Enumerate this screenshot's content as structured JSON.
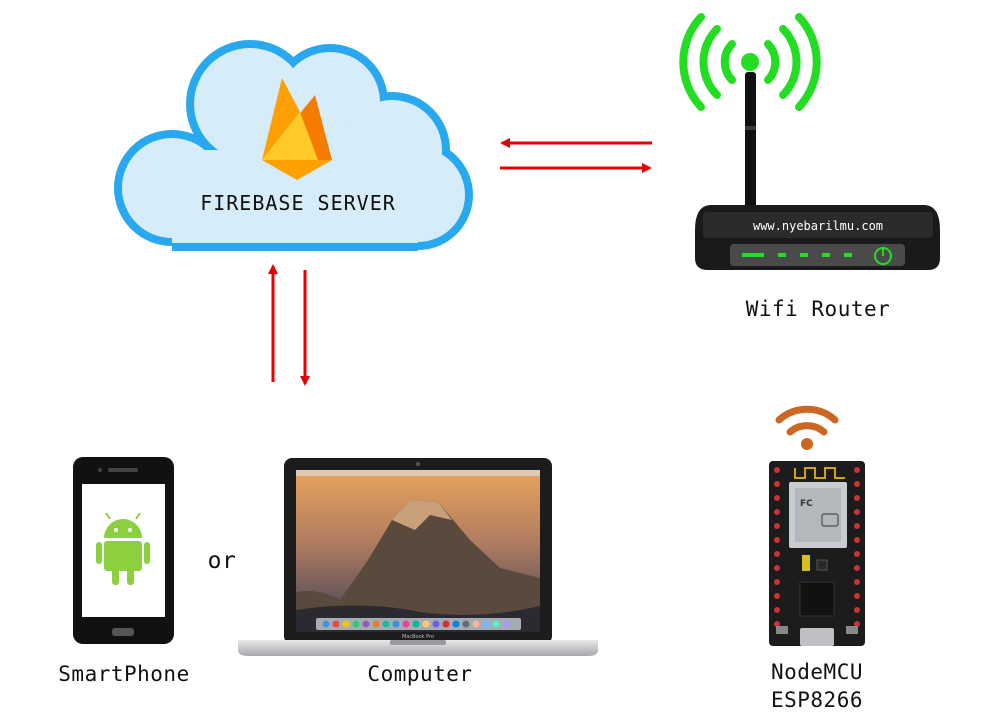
{
  "cloud": {
    "label": "FIREBASE SERVER"
  },
  "router": {
    "url_text": "www.nyebarilmu.com",
    "label": "Wifi Router"
  },
  "devices": {
    "smartphone_label": "SmartPhone",
    "or_label": "or",
    "computer_label": "Computer",
    "laptop_brand": "MacBook Pro",
    "nodemcu_line1": "NodeMCU",
    "nodemcu_line2": "ESP8266"
  },
  "colors": {
    "cloud_fill": "#d6ecf8",
    "cloud_stroke": "#28a8ee",
    "arrow": "#e60000",
    "wifi_green": "#22dd22",
    "wifi_orange": "#cc6622",
    "android_green": "#8ccf3f"
  }
}
